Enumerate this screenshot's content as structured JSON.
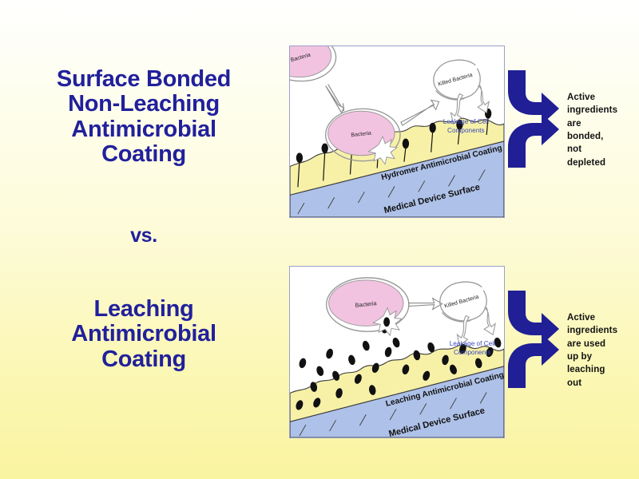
{
  "slide": {
    "background_top_color": "#ffffff",
    "background_bottom_color": "#f9f4a0",
    "heading_color": "#21209c",
    "arrow_color": "#201f96"
  },
  "headings": {
    "top": {
      "lines": [
        "Surface Bonded",
        "Non-Leaching",
        "Antimicrobial",
        "Coating"
      ]
    },
    "separator": "vs.",
    "bottom": {
      "lines": [
        "Leaching",
        "Antimicrobial",
        "Coating"
      ]
    }
  },
  "diagrams": [
    {
      "id": "non-leaching",
      "coating_label": "Hydromer Antimicrobial Coating",
      "substrate_label": "Medical Device Surface",
      "bacteria_labels": [
        "Bacteria",
        "Bacteria"
      ],
      "killed_label": "Killed Bacteria",
      "leakage_label": [
        "Leakage of Cell",
        "Components"
      ],
      "coating_color": "#f7f1a8",
      "substrate_color": "#aec1e8",
      "bacteria_color": "#f2c3e0",
      "agent_style": "tethered-on-stalks"
    },
    {
      "id": "leaching",
      "coating_label": "Leaching Antimicrobial Coating",
      "substrate_label": "Medical Device Surface",
      "bacteria_labels": [
        "Bacteria"
      ],
      "killed_label": "Killed Bacteria",
      "leakage_label": [
        "Leakage of Cell",
        "Components"
      ],
      "coating_color": "#f7f1a8",
      "substrate_color": "#aec1e8",
      "bacteria_color": "#f2c3e0",
      "agent_style": "free-floating-particles"
    }
  ],
  "results": {
    "top": {
      "lines": [
        "Active",
        "ingredients",
        "are",
        "bonded,",
        "not",
        "depleted"
      ],
      "arrow_count": 2
    },
    "bottom": {
      "lines": [
        "Active",
        "ingredients",
        "are used",
        "up by",
        "leaching",
        "out"
      ],
      "arrow_count": 2
    }
  }
}
